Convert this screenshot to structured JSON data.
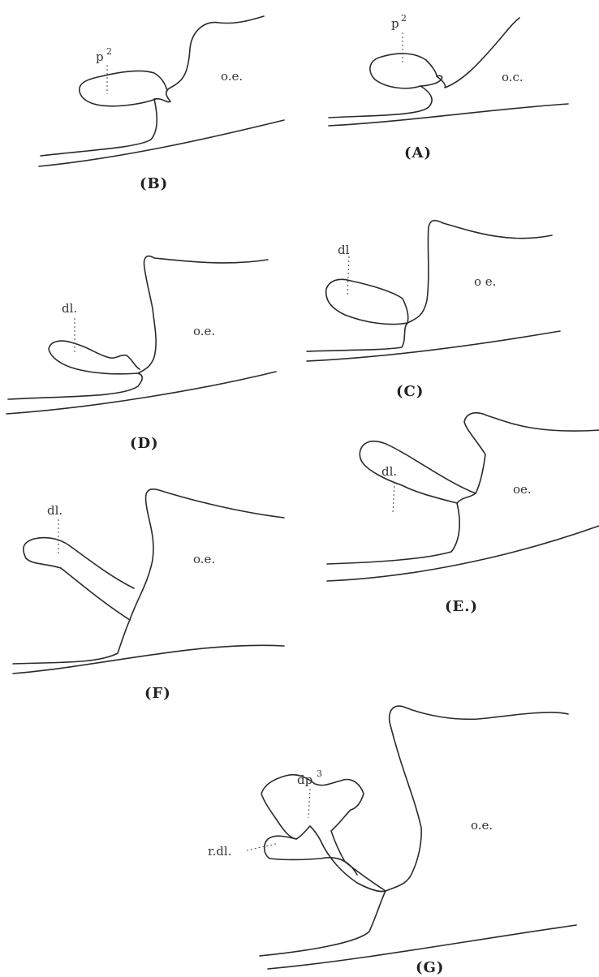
{
  "panels": {
    "A": {
      "caption": "(A)",
      "tooth_label": "p",
      "tooth_label_sup": "2",
      "epithelium_label": "o.c."
    },
    "B": {
      "caption": "(B)",
      "tooth_label": "p",
      "tooth_label_sup": "2",
      "epithelium_label": "o.e."
    },
    "C": {
      "caption": "(C)",
      "tooth_label": "dl",
      "epithelium_label": "o e."
    },
    "D": {
      "caption": "(D)",
      "tooth_label": "dl.",
      "epithelium_label": "o.e."
    },
    "E": {
      "caption": "(E.)",
      "tooth_label": "dl.",
      "epithelium_label": "oe."
    },
    "F": {
      "caption": "(F)",
      "tooth_label": "dl.",
      "epithelium_label": "o.e."
    },
    "G": {
      "caption": "(G)",
      "tooth_label": "dp",
      "tooth_label_sup": "3",
      "lamina_label": "r.dl.",
      "epithelium_label": "o.e."
    }
  }
}
